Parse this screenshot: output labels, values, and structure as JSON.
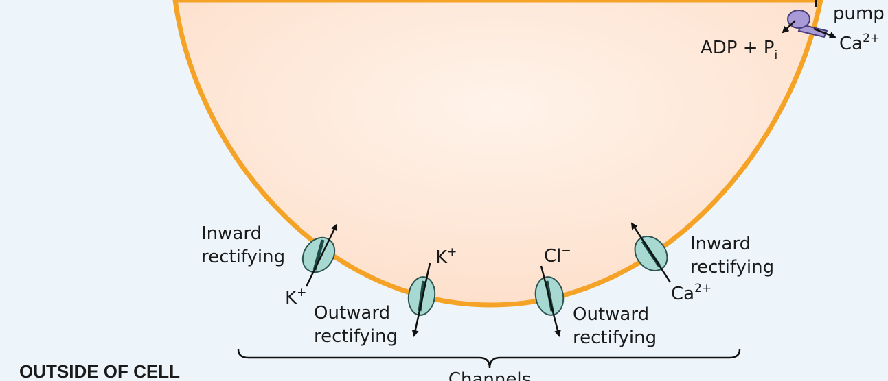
{
  "pump": {
    "label": "pump",
    "adp": "ADP + P",
    "adp_sub": "i",
    "ion": "Ca",
    "ion_sup": "2+"
  },
  "channels": [
    {
      "id": "inward-k",
      "label_line1": "Inward",
      "label_line2": "rectifying",
      "ion": "K",
      "ion_sup": "+"
    },
    {
      "id": "outward-k",
      "label_line1": "Outward",
      "label_line2": "rectifying",
      "ion": "K",
      "ion_sup": "+"
    },
    {
      "id": "outward-cl",
      "label_line1": "Outward",
      "label_line2": "rectifying",
      "ion": "Cl",
      "ion_sup": "−"
    },
    {
      "id": "inward-ca",
      "label_line1": "Inward",
      "label_line2": "rectifying",
      "ion": "Ca",
      "ion_sup": "2+"
    }
  ],
  "channels_group_label": "Channels",
  "outside_label": "OUTSIDE OF CELL",
  "colors": {
    "background": "#eef5fa",
    "membrane": "#f5a327",
    "cytoplasm": "#fde6d6",
    "channel_fill": "#a8d8d2",
    "channel_stroke": "#2c5552",
    "pump_fill": "#a89ad6"
  }
}
